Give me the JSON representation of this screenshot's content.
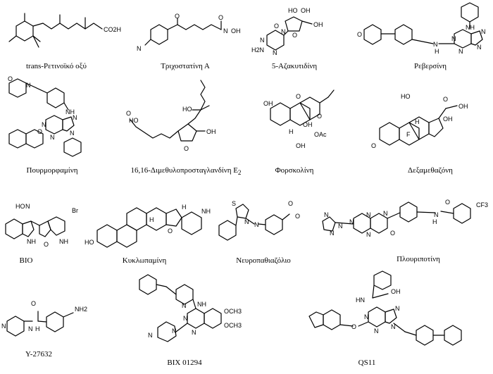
{
  "compounds": [
    {
      "name": "trans-Ρετινοϊκό οξύ",
      "group": "CO2H"
    },
    {
      "name": "Τριχοστατίνη Α",
      "groups": [
        "N",
        "O",
        "N",
        "OH",
        "O"
      ]
    },
    {
      "name": "5-Αζακυτιδίνη",
      "groups": [
        "HO",
        "OH",
        "N",
        "N",
        "O",
        "O",
        "OH",
        "N",
        "H2N"
      ]
    },
    {
      "name": "Ρεβερσίνη",
      "groups": [
        "NH",
        "N",
        "N",
        "N",
        "N",
        "N",
        "H",
        "O"
      ]
    },
    {
      "name": "Πουρμορφαμίνη",
      "groups": [
        "O",
        "N",
        "NH",
        "N",
        "N",
        "N",
        "N",
        "O"
      ]
    },
    {
      "name_main": "16,16-Διμεθυλοπροσταγλανδίνη E",
      "name_sub": "2",
      "groups": [
        "HO",
        "HO",
        "O",
        "OH",
        "O"
      ]
    },
    {
      "name": "Φορσκολίνη",
      "groups": [
        "O",
        "OH",
        "O",
        "OH",
        "OAc",
        "OH",
        "H"
      ]
    },
    {
      "name": "Δεξαμεθαζόνη",
      "groups": [
        "HO",
        "O",
        "OH",
        "OH",
        "O",
        "F",
        "H"
      ]
    },
    {
      "name": "BIO",
      "groups": [
        "HO",
        "N",
        "Br",
        "NH",
        "NH",
        "O"
      ]
    },
    {
      "name": "Κυκλωπαμίνη",
      "groups": [
        "HO",
        "O",
        "NH",
        "H",
        "H"
      ]
    },
    {
      "name": "Νευροπαθιαζόλιο",
      "groups": [
        "S",
        "N",
        "N",
        "O",
        "O"
      ]
    },
    {
      "name": "Πλουριποτίνη",
      "groups": [
        "N",
        "N",
        "N",
        "N",
        "N",
        "N",
        "O",
        "N",
        "O",
        "N",
        "CF3",
        "H"
      ]
    },
    {
      "name": "Y-27632",
      "groups": [
        "O",
        "NH2",
        "N",
        "N",
        "H"
      ]
    },
    {
      "name": "BIX 01294",
      "groups": [
        "N",
        "NH",
        "N",
        "N",
        "N",
        "N",
        "OCH3",
        "OCH3"
      ]
    },
    {
      "name": "QS11",
      "groups": [
        "HN",
        "OH",
        "N",
        "N",
        "N",
        "N",
        "O"
      ]
    }
  ]
}
